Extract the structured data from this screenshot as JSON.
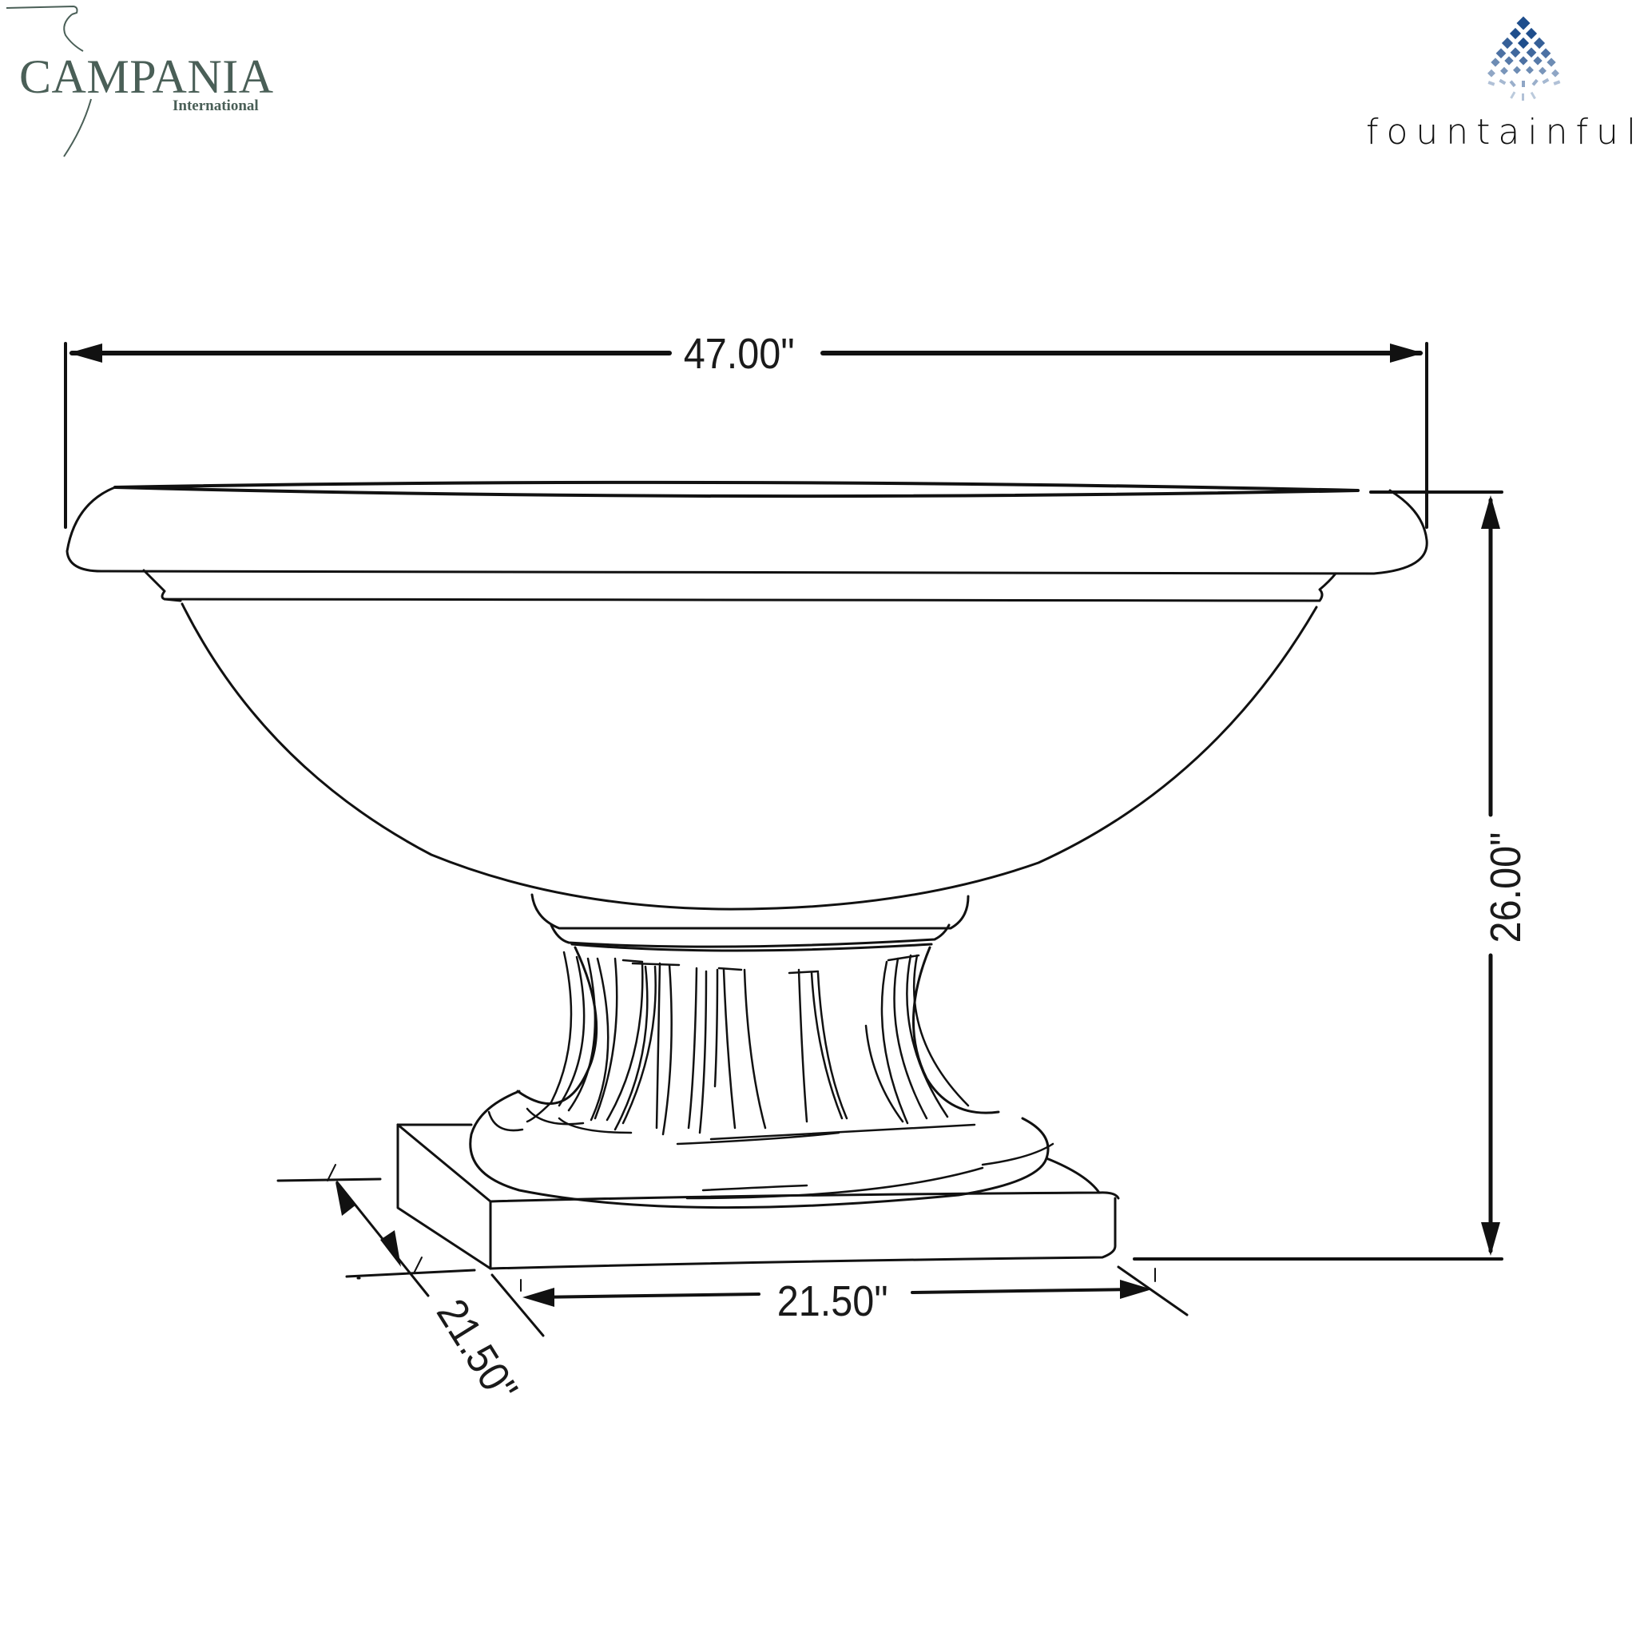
{
  "brands": {
    "left": {
      "name": "CAMPANIA",
      "subtitle": "International",
      "color": "#4a5f57"
    },
    "right": {
      "name": "fountainful",
      "icon": "diamond-fountain-icon",
      "icon_color": "#1f4e8c"
    }
  },
  "drawing": {
    "subject": "pedestal bowl fountain",
    "line_color": "#111111",
    "dimensions": {
      "width": "47.00\"",
      "height": "26.00\"",
      "base_width": "21.50\"",
      "base_depth": "21.50\""
    }
  }
}
